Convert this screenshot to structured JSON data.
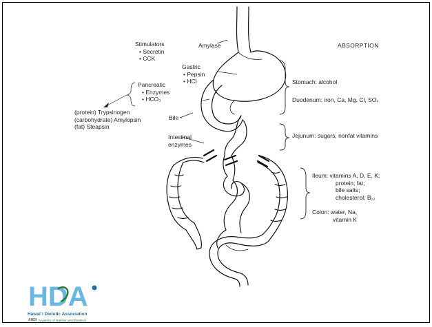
{
  "secretion": {
    "stimulators_title": "Stimulators",
    "stimulators": [
      "• Secretin",
      "• CCK"
    ],
    "amylase": "Amylase",
    "gastric_title": "Gastric",
    "gastric": [
      "• Pepsin",
      "• HCl"
    ],
    "pancreatic_title": "Pancreatic",
    "pancreatic": [
      "• Enzymes",
      "• HCO₃"
    ],
    "pancreatic_enzymes": [
      "(protein) Trypsinogen",
      "(carbohydrate) Amylopsin",
      "(fat) Steapsin"
    ],
    "bile": "Bile",
    "intestinal": [
      "Intestinal",
      "enzymes"
    ]
  },
  "absorption": {
    "title": "ABSORPTION",
    "stomach": "Stomach: alcohol",
    "duodenum": "Duodenum: iron, Ca, Mg, Cl, SO₄",
    "jejunum": "Jejunum: sugars, nonfat vitamins",
    "ileum_lines": [
      "Ileum: vitamins A, D, E, K;",
      "protein; fat;",
      "bile salts;",
      "cholesterol; B₁₂"
    ],
    "colon_lines": [
      "Colon: water, Na,",
      "vitamin K"
    ]
  },
  "logo": {
    "letters": "HDA",
    "name": "Hawai`i Dietetic Association",
    "mark": "ANDI",
    "affiliate": "Academy of Nutrition and Dietetics",
    "colors": {
      "blue": "#1a6fb0",
      "green": "#2b7a3a",
      "light": "#6bb7e3"
    }
  }
}
